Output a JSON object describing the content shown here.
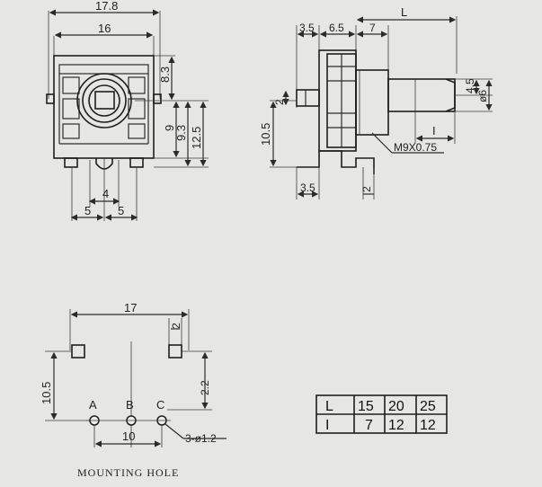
{
  "front_view": {
    "dims": {
      "width_overall": "17.8",
      "width_inner": "16",
      "h_8_3": "8.3",
      "h_9": "9",
      "h_9_3": "9.3",
      "h_12_5": "12.5",
      "pin_gap": "4",
      "pin_left": "5",
      "pin_right": "5"
    }
  },
  "side_view": {
    "dims": {
      "d_3_5_top": "3.5",
      "d_6_5": "6.5",
      "d_7": "7",
      "d_L": "L",
      "d_2_flat": "2",
      "d_4_5": "4.5",
      "d_dia6": "ø6",
      "d_I": "I",
      "d_10_5": "10.5",
      "thread": "M9X0.75",
      "d_3_5_bottom": "3.5",
      "d_2_bottom": "2"
    }
  },
  "mounting_hole": {
    "dims": {
      "d_17": "17",
      "d_2": "2",
      "d_10_5": "10.5",
      "d_2_2": "2.2",
      "d_10": "10",
      "hole_spec": "3-ø1.2"
    },
    "pins": [
      "A",
      "B",
      "C"
    ],
    "caption": "MOUNTING HOLE"
  },
  "table": {
    "rows": [
      {
        "label": "L",
        "values": [
          "15",
          "20",
          "25"
        ]
      },
      {
        "label": "I",
        "values": [
          "7",
          "12",
          "12"
        ]
      }
    ]
  }
}
